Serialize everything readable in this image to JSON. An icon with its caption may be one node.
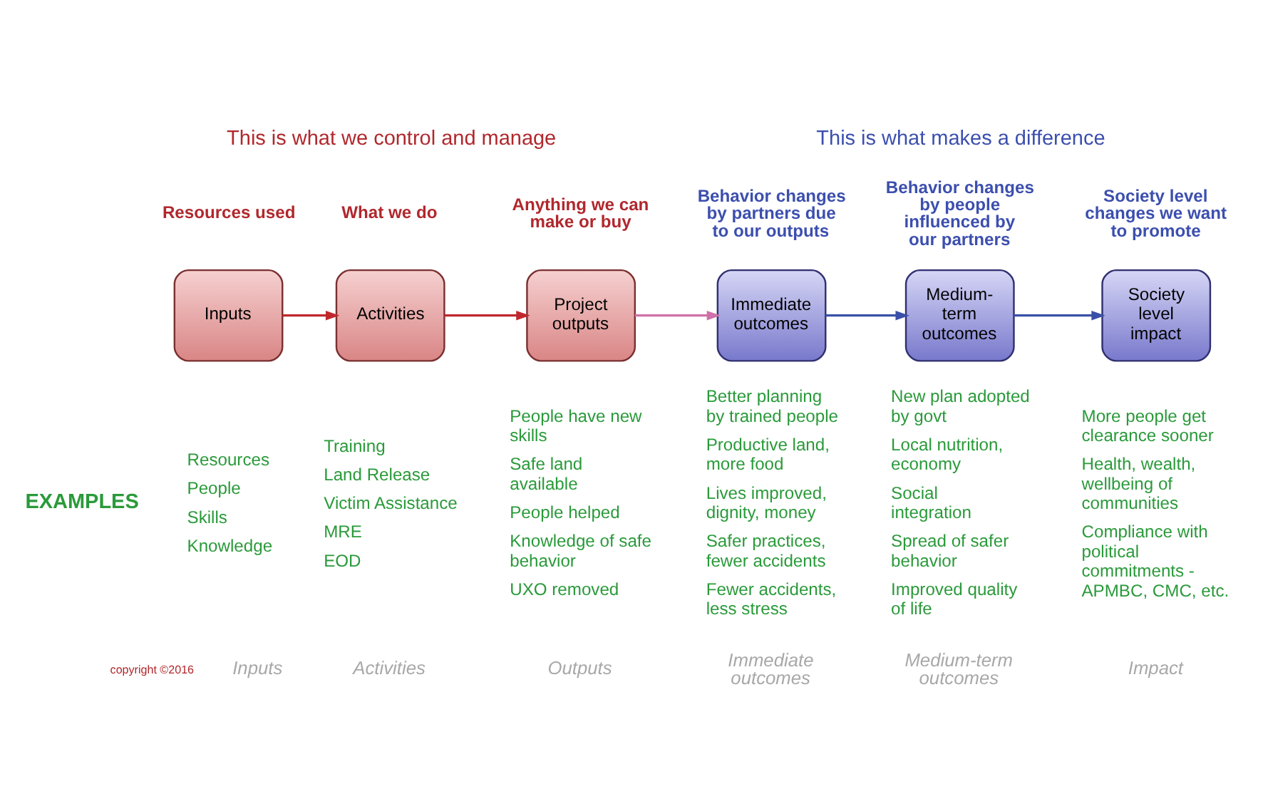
{
  "diagram": {
    "nodes": [
      {
        "text": [
          "Inputs"
        ],
        "beside": [
          "Resources used",
          "Resources",
          "People",
          "Skills",
          "Knowledge"
        ]
      },
      {
        "text": [
          "Activities"
        ],
        "beside": [
          "What we do",
          "Training",
          "Land Release",
          "Victim Assistance",
          "MRE",
          "EOD"
        ]
      },
      {
        "text": [
          "Project outputs"
        ],
        "beside": [
          "Anything we can make or buy",
          "People have new skills",
          "Safe land available",
          "People helped",
          "Knowledge of safe behavior",
          "UXO removed"
        ]
      },
      {
        "text": [
          "Immediate outcomes"
        ],
        "beside": [
          "Behavior changes by partners due to our outputs",
          "Better planning by trained people",
          "Productive land, more food",
          "Lives improved, dignity, money",
          "Safer practices, fewer accidents",
          "Fewer accidents, less stress"
        ]
      },
      {
        "text": [
          "Medium-term outcomes"
        ],
        "beside": [
          "Behavior changes by people influenced by our partners",
          "New plan adopted by govt",
          "Local nutrition, economy",
          "Social integration",
          "Spread of safer behavior",
          "Improved quality of life"
        ]
      },
      {
        "text": [
          "Society level impact"
        ],
        "beside": [
          "Society level changes we want to promote",
          "More people get clearance sooner",
          "Health, wealth, wellbeing of communities",
          "Compliance with political commitments - APMBC, CMC, etc."
        ]
      }
    ],
    "edges": [
      {
        "from": 0,
        "to": 1,
        "arrow": "to",
        "color": "#c0282d"
      },
      {
        "from": 1,
        "to": 2,
        "arrow": "to",
        "color": "#c0282d"
      },
      {
        "from": 2,
        "to": 3,
        "arrow": "to",
        "color": "#d070a8"
      },
      {
        "from": 3,
        "to": 4,
        "arrow": "to",
        "color": "#3a50a8"
      },
      {
        "from": 4,
        "to": 5,
        "arrow": "to",
        "color": "#3a50a8"
      }
    ],
    "labels": [
      "This is what we control and manage",
      "This is what makes a difference",
      "EXAMPLES",
      "copyright ©2016",
      "Inputs",
      "Activities",
      "Outputs",
      "Immediate outcomes",
      "Medium-term outcomes",
      "Impact"
    ]
  }
}
